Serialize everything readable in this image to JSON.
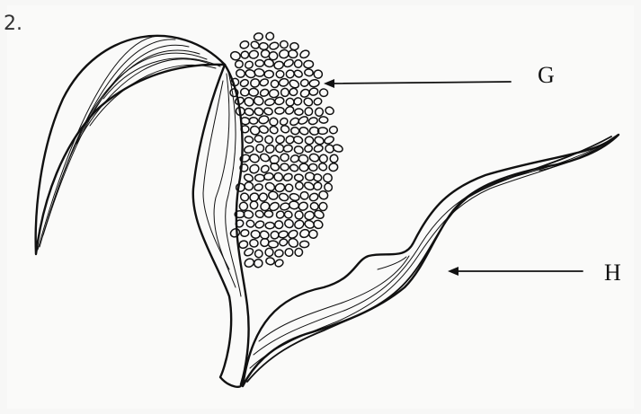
{
  "question_number": "2.",
  "labels": {
    "g": "G",
    "h": "H"
  },
  "colors": {
    "ink": "#111111",
    "paper": "#fafaf9"
  }
}
